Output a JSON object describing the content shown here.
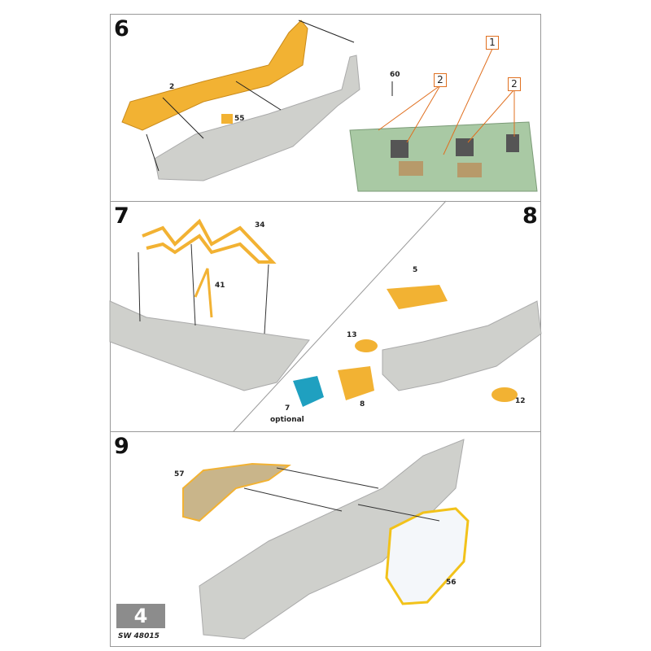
{
  "steps": [
    {
      "number": "6"
    },
    {
      "number": "7"
    },
    {
      "number": "8"
    },
    {
      "number": "9"
    }
  ],
  "step6": {
    "labels": [
      "2",
      "55",
      "60"
    ],
    "callouts": [
      "1",
      "2",
      "2"
    ]
  },
  "step7": {
    "labels": [
      "34",
      "41"
    ]
  },
  "step8": {
    "labels": [
      "5",
      "13",
      "8",
      "7",
      "12"
    ],
    "optional": "optional"
  },
  "step9": {
    "labels": [
      "57",
      "56"
    ]
  },
  "footer": {
    "page": "4",
    "code": "SW 48015"
  },
  "colors": {
    "part_yellow": "#f2b233",
    "fuselage": "#cfd0cc",
    "cockpit": "#a9c9a4",
    "optional_part": "#1fa0c0"
  }
}
